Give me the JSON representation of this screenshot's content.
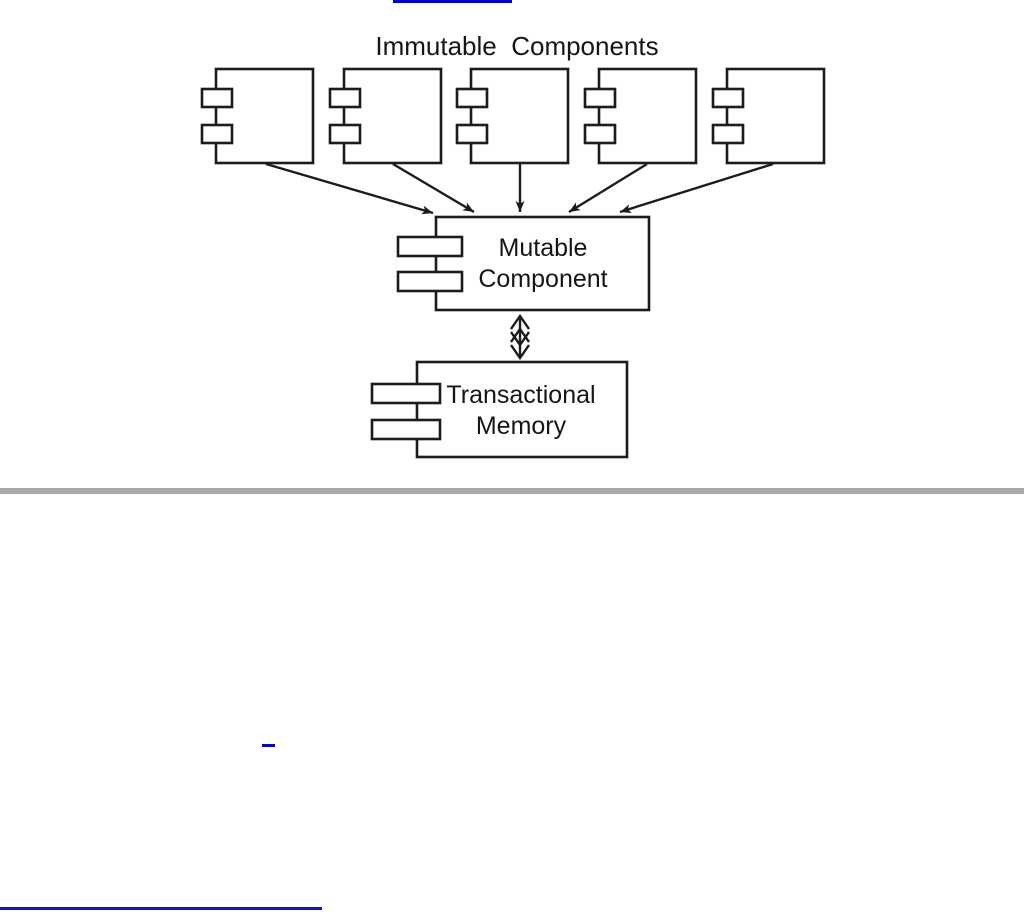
{
  "diagram": {
    "type": "uml-component-diagram",
    "title": "Immutable  Components",
    "immutable_components": {
      "count": 5
    },
    "mutable_component": {
      "line1": "Mutable",
      "line2": "Component"
    },
    "transactional_memory": {
      "line1": "Transactional",
      "line2": "Memory"
    },
    "edges": [
      {
        "from": "immutable-component-1",
        "to": "mutable-component",
        "type": "arrow"
      },
      {
        "from": "immutable-component-2",
        "to": "mutable-component",
        "type": "arrow"
      },
      {
        "from": "immutable-component-3",
        "to": "mutable-component",
        "type": "arrow"
      },
      {
        "from": "immutable-component-4",
        "to": "mutable-component",
        "type": "arrow"
      },
      {
        "from": "immutable-component-5",
        "to": "mutable-component",
        "type": "arrow"
      },
      {
        "from": "mutable-component",
        "to": "transactional-memory",
        "type": "double-arrow"
      }
    ]
  },
  "colors": {
    "background": "#ffffff",
    "diagram_ink": "#1c1c1c",
    "link_blue": "#0000e0",
    "divider_gray": "#a9a9ad",
    "bottom_rule_blue": "#1212c8"
  }
}
